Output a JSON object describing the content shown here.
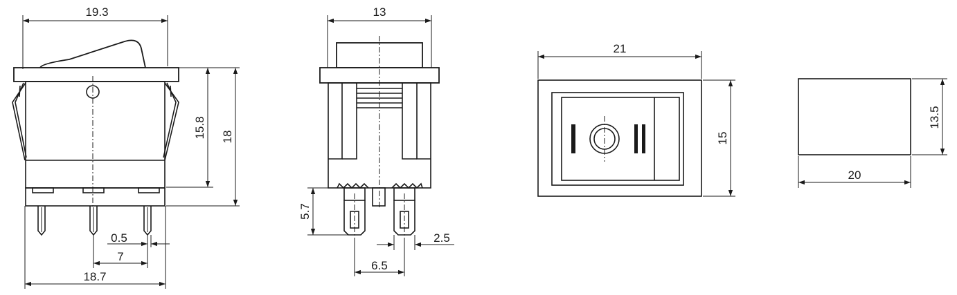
{
  "dimensions": {
    "side_top_width": "19.3",
    "side_bottom_width": "18.7",
    "pin_pitch": "7",
    "pin_thickness": "0.5",
    "body_height": "15.8",
    "total_height": "18",
    "front_width": "13",
    "terminal_length": "5.7",
    "terminal_width": "2.5",
    "terminal_pitch": "6.5",
    "top_width": "21",
    "top_height": "15",
    "cutout_width": "20",
    "cutout_height": "13.5"
  },
  "colors": {
    "line": "#1a1a1a",
    "background": "#ffffff"
  }
}
